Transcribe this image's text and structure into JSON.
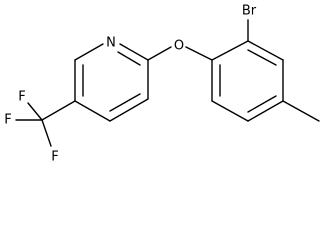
{
  "molecule": {
    "atoms": {
      "bromine": "Br",
      "oxygen": "O",
      "nitrogen": "N",
      "fluorine_top": "F",
      "fluorine_left": "F",
      "fluorine_bottom": "F"
    },
    "colors": {
      "bond": "#000000",
      "label": "#000000",
      "background": "#ffffff"
    }
  }
}
